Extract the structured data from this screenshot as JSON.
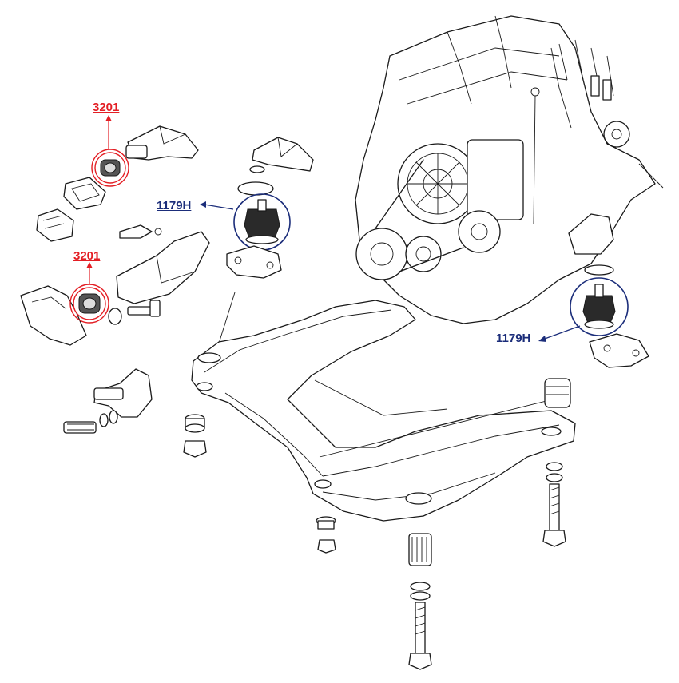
{
  "callouts": [
    {
      "id": "3201-top",
      "text": "3201",
      "color": "#e31e24"
    },
    {
      "id": "1179h-left",
      "text": "1179H",
      "color": "#1b2d7a"
    },
    {
      "id": "3201-mid",
      "text": "3201",
      "color": "#e31e24"
    },
    {
      "id": "1179h-right",
      "text": "1179H",
      "color": "#1b2d7a"
    }
  ],
  "colors": {
    "red": "#e31e24",
    "blue": "#1b2d7a",
    "line": "#1a1a1a"
  }
}
